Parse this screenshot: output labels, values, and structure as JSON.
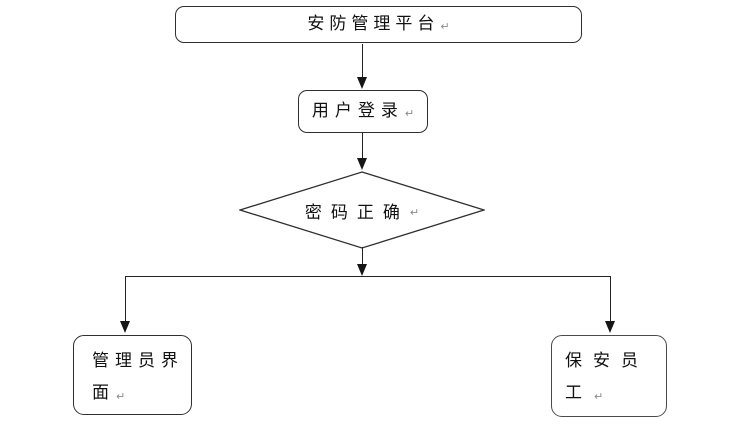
{
  "nodes": {
    "platform": {
      "label": "安防管理平台",
      "mark": "↵"
    },
    "login": {
      "label": "用户登录",
      "mark": "↵"
    },
    "decision": {
      "label": "密码正确",
      "mark": "↵"
    },
    "admin": {
      "line1": "管理员界",
      "line2": "面",
      "mark": "↵"
    },
    "staff": {
      "line1": "保安员",
      "line2": "工",
      "mark": "↵"
    }
  },
  "colors": {
    "background": "#ffffff",
    "shape_border": "#2f2f2f",
    "connector": "#222222",
    "text": "#111111",
    "return_mark": "#8a8a8a"
  }
}
